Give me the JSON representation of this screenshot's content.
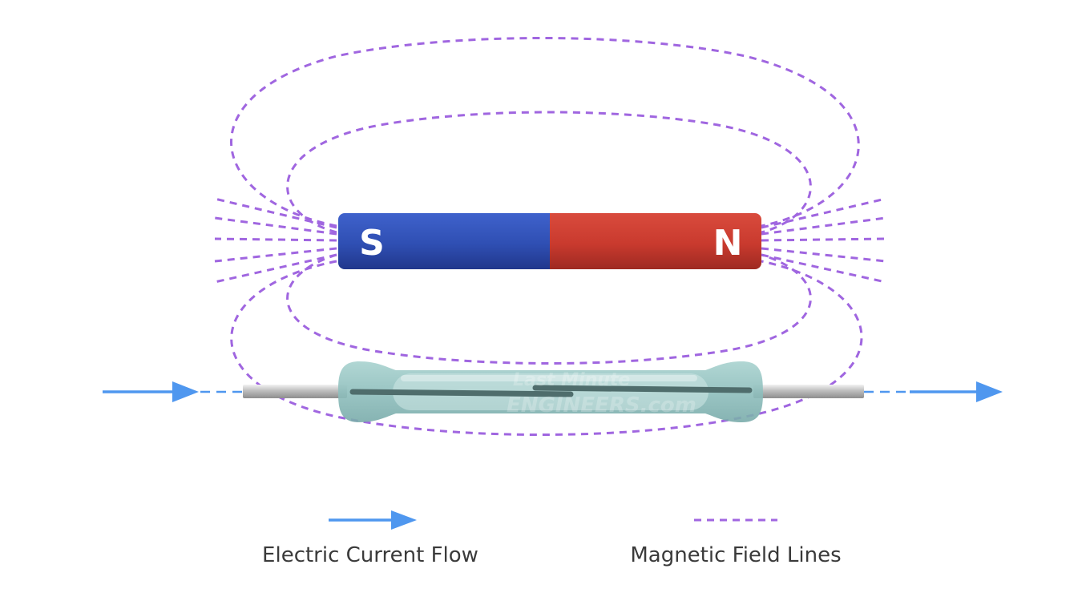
{
  "magnet": {
    "south_label": "S",
    "north_label": "N",
    "south_color": "#2f4fb3",
    "north_color": "#c93a2e"
  },
  "field_line_color": "#a066e0",
  "current_arrow_color": "#4f97ef",
  "reed_glass_color": "#8fbfbd",
  "watermark": {
    "line1": "Last Minute",
    "line2": "ENGINEERS.com"
  },
  "legend": {
    "current_label": "Electric Current Flow",
    "field_label": "Magnetic Field Lines",
    "current_icon": "arrow-right",
    "field_icon": "dashed-line"
  }
}
